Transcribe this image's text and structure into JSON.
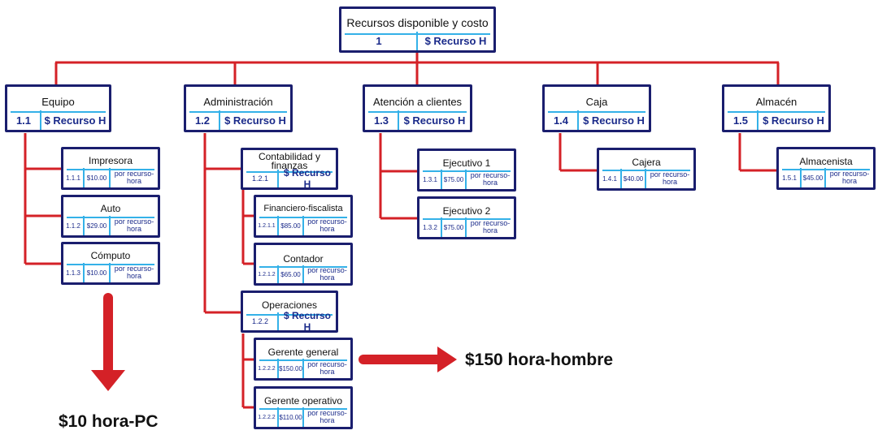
{
  "colors": {
    "box_border": "#1a1e6e",
    "separator": "#34b1e8",
    "connector": "#d42127",
    "value_text": "#1a2a8a"
  },
  "root": {
    "title": "Recursos disponible y costo",
    "code": "1",
    "value": "$ Recurso H"
  },
  "categories": [
    {
      "title": "Equipo",
      "code": "1.1",
      "value": "$ Recurso H"
    },
    {
      "title": "Administración",
      "code": "1.2",
      "value": "$ Recurso H"
    },
    {
      "title": "Atención a clientes",
      "code": "1.3",
      "value": "$ Recurso H"
    },
    {
      "title": "Caja",
      "code": "1.4",
      "value": "$ Recurso H"
    },
    {
      "title": "Almacén",
      "code": "1.5",
      "value": "$ Recurso H"
    }
  ],
  "sub_groups": [
    {
      "title": "Contabilidad y finanzas",
      "code": "1.2.1",
      "value": "$ Recurso H"
    },
    {
      "title": "Operaciones",
      "code": "1.2.2",
      "value": "$ Recurso H"
    }
  ],
  "leaves": [
    {
      "title": "Impresora",
      "code": "1.1.1",
      "cost": "$10.00",
      "unit": "por recurso-hora"
    },
    {
      "title": "Auto",
      "code": "1.1.2",
      "cost": "$29.00",
      "unit": "por recurso-hora"
    },
    {
      "title": "Cómputo",
      "code": "1.1.3",
      "cost": "$10.00",
      "unit": "por recurso-hora"
    },
    {
      "title": "Financiero-fiscalista",
      "code": "1.2.1.1",
      "cost": "$85.00",
      "unit": "por recurso-hora"
    },
    {
      "title": "Contador",
      "code": "1.2.1.2",
      "cost": "$65.00",
      "unit": "por recurso-hora"
    },
    {
      "title": "Gerente general",
      "code": "1.2.2.2",
      "cost": "$150.00",
      "unit": "por recurso-hora"
    },
    {
      "title": "Gerente operativo",
      "code": "1.2.2.2",
      "cost": "$110.00",
      "unit": "por recurso-hora"
    },
    {
      "title": "Ejecutivo 1",
      "code": "1.3.1",
      "cost": "$75.00",
      "unit": "por recurso-hora"
    },
    {
      "title": "Ejecutivo 2",
      "code": "1.3.2",
      "cost": "$75.00",
      "unit": "por recurso-hora"
    },
    {
      "title": "Cajera",
      "code": "1.4.1",
      "cost": "$40.00",
      "unit": "por recurso-hora"
    },
    {
      "title": "Almacenista",
      "code": "1.5.1",
      "cost": "$45.00",
      "unit": "por recurso-hora"
    }
  ],
  "annotations": {
    "pc_rate": "$10 hora-PC",
    "manager_rate": "$150 hora-hombre"
  }
}
